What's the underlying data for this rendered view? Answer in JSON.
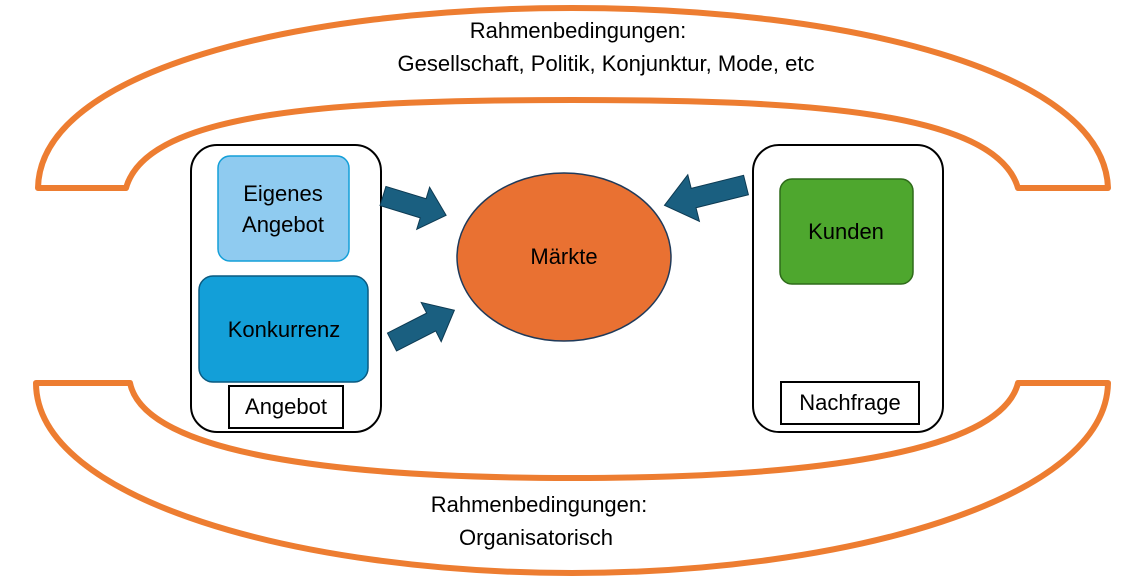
{
  "frames": {
    "top": {
      "line1": "Rahmenbedingungen:",
      "line2": "Gesellschaft, Politik, Konjunktur, Mode, etc"
    },
    "bottom": {
      "line1": "Rahmenbedingungen:",
      "line2": "Organisatorisch"
    }
  },
  "supply": {
    "own_offer_line1": "Eigenes",
    "own_offer_line2": "Angebot",
    "competition": "Konkurrenz",
    "group_label": "Angebot"
  },
  "market": {
    "label": "Märkte"
  },
  "demand": {
    "customers": "Kunden",
    "group_label": "Nachfrage"
  },
  "colors": {
    "frame_orange": "#ed7d31",
    "market_fill": "#e97132",
    "own_offer_fill": "#8fcbf0",
    "competition_fill": "#139fd8",
    "customers_fill": "#4ea72e",
    "arrow_fill": "#1a5f80"
  }
}
